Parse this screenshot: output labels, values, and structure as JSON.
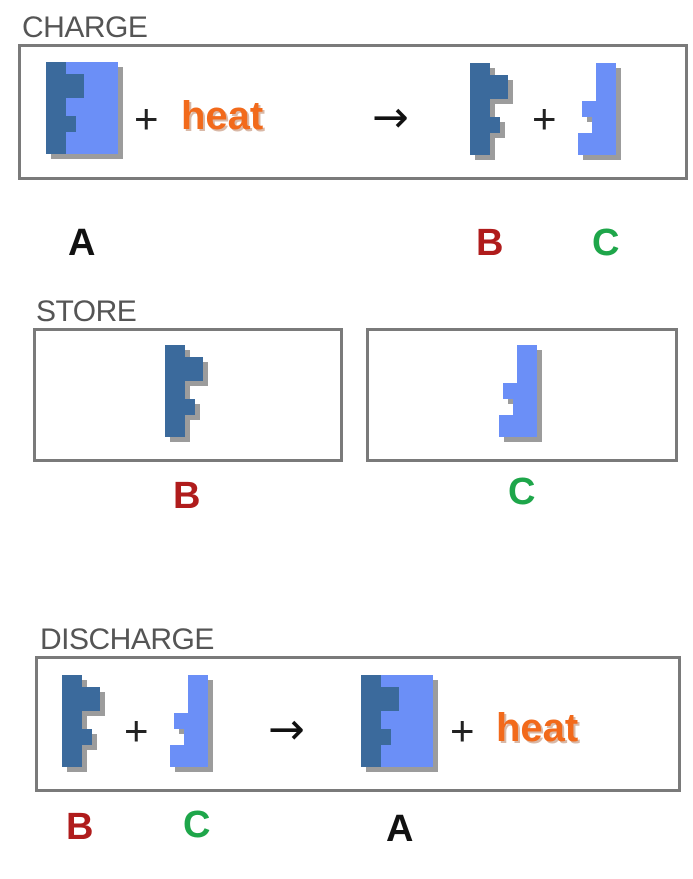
{
  "colors": {
    "piece_b": "#3b6a9c",
    "piece_c": "#6b8ff7",
    "shadow": "#9c9c9c",
    "heat": "#f26a1b",
    "label_a": "#111111",
    "label_b": "#b01c1c",
    "label_c": "#1ea64a",
    "border": "#7a7a7a"
  },
  "charge": {
    "title": "CHARGE",
    "plus_1": "+",
    "heat": "heat",
    "arrow": "→",
    "plus_2": "+",
    "label_a": "A",
    "label_b": "B",
    "label_c": "C"
  },
  "store": {
    "title": "STORE",
    "label_b": "B",
    "label_c": "C"
  },
  "discharge": {
    "title": "DISCHARGE",
    "plus_1": "+",
    "arrow": "→",
    "plus_2": "+",
    "heat": "heat",
    "label_b": "B",
    "label_c": "C",
    "label_a": "A"
  }
}
